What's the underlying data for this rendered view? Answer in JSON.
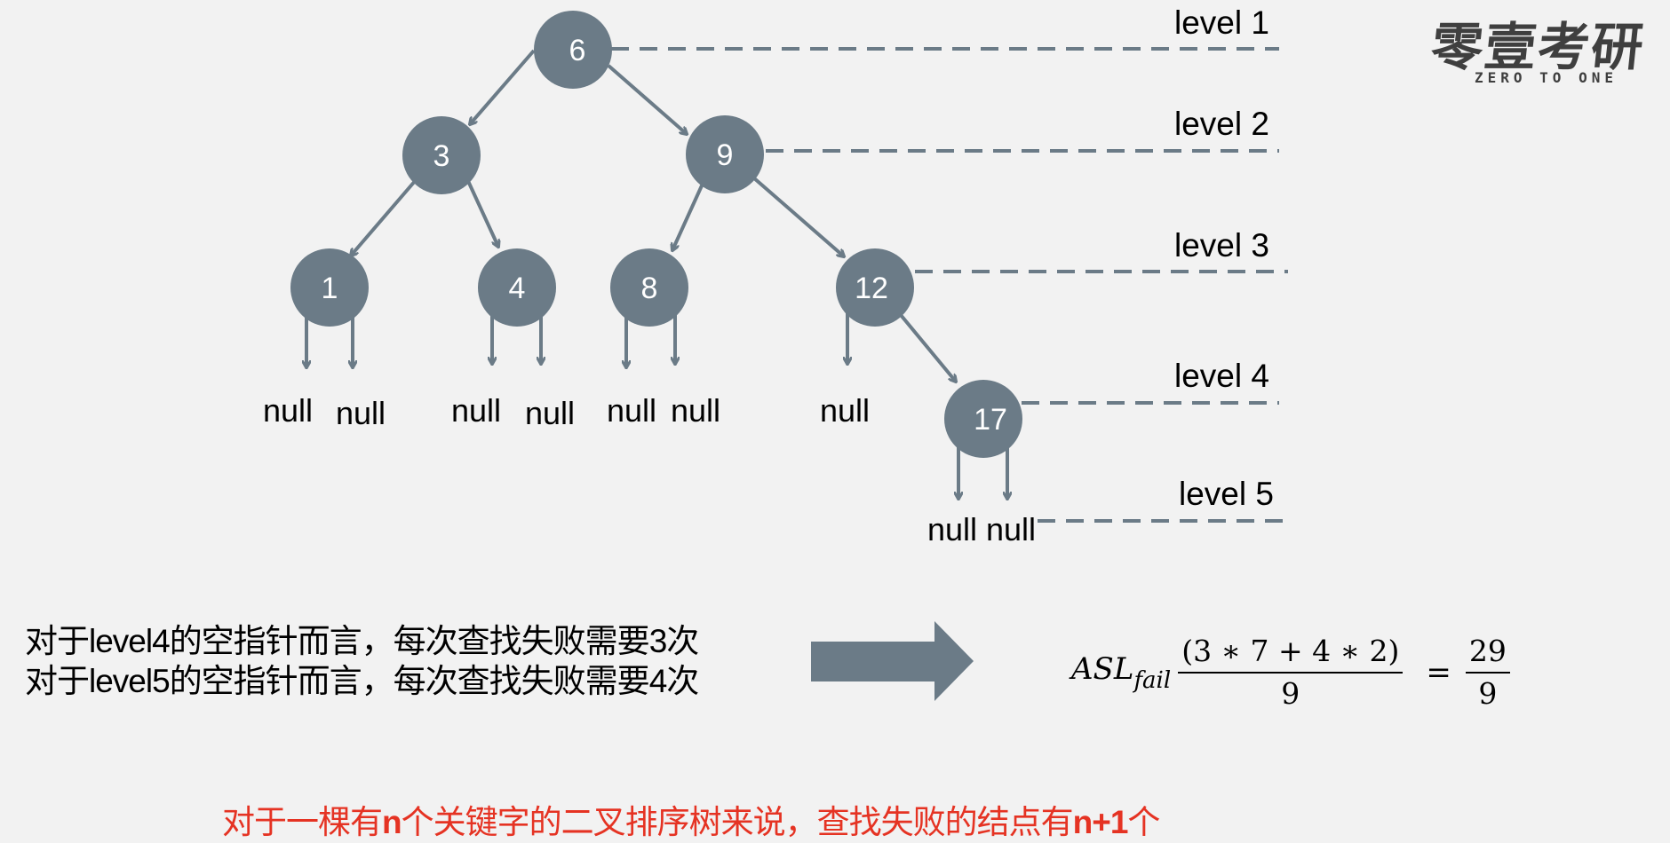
{
  "tree": {
    "nodes": [
      {
        "id": "n6",
        "label": "6"
      },
      {
        "id": "n3",
        "label": "3"
      },
      {
        "id": "n9",
        "label": "9"
      },
      {
        "id": "n1",
        "label": "1"
      },
      {
        "id": "n4",
        "label": "4"
      },
      {
        "id": "n8",
        "label": "8"
      },
      {
        "id": "n12",
        "label": "12"
      },
      {
        "id": "n17",
        "label": "17"
      }
    ],
    "null_label": "null",
    "levels": [
      "level 1",
      "level 2",
      "level 3",
      "level 4",
      "level 5"
    ]
  },
  "caption": {
    "line1_a": "对于",
    "line1_b": "level4",
    "line1_c": "的空指针而言，每次查找失败需要",
    "line1_d": "3",
    "line1_e": "次",
    "line2_a": "对于",
    "line2_b": "level5",
    "line2_c": "的空指针而言，每次查找失败需要",
    "line2_d": "4",
    "line2_e": "次"
  },
  "formula": {
    "asl": "ASL",
    "sub": "fail",
    "numerator": "(3 ∗ 7  +  4  ∗  2)",
    "denominator": "9",
    "equals": "=",
    "result_num": "29",
    "result_den": "9"
  },
  "conclusion": {
    "part_a": "对于一棵有",
    "part_b": "n",
    "part_c": "个关键字的二叉排序树来说，查找失败的结点有",
    "part_d": "n+1",
    "part_e": "个"
  },
  "logo": {
    "main": "零壹考研",
    "sub": "ZERO TO ONE"
  },
  "colors": {
    "node": "#6b7b87",
    "edge": "#6b7b87",
    "arrow_block": "#6b7b87",
    "conclusion_text": "#e53323",
    "background": "#f2f2f2"
  }
}
